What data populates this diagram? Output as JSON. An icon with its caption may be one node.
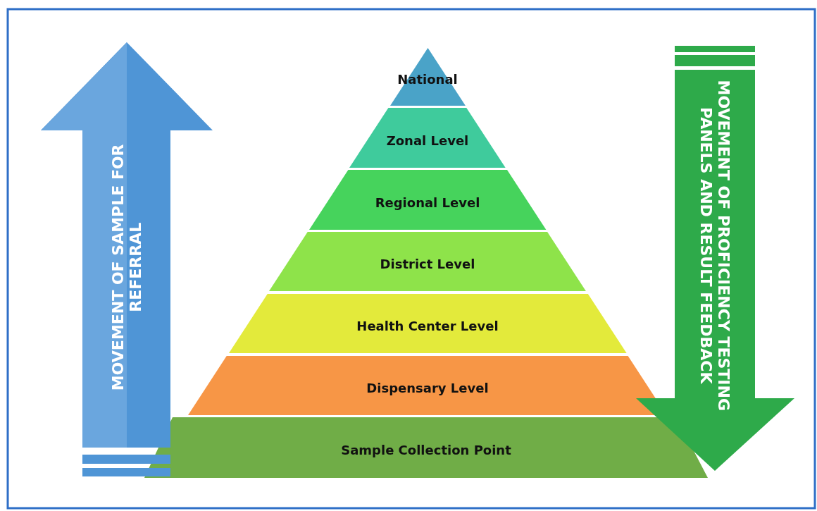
{
  "diagram": {
    "nodes": [
      {
        "text": [
          "MOVEMENT OF SAMPLE FOR REFERRAL"
        ]
      },
      {
        "text": [
          "National"
        ]
      },
      {
        "text": [
          "Zonal Level"
        ]
      },
      {
        "text": [
          "Regional Level"
        ]
      },
      {
        "text": [
          "District Level"
        ]
      },
      {
        "text": [
          "Health Center Level"
        ]
      },
      {
        "text": [
          "Dispensary Level"
        ]
      },
      {
        "text": [
          "Sample Collection Point"
        ]
      },
      {
        "text": [
          "MOVEMENT OF PROFICIENCY TESTING PANELS AND RESULT FEEDBACK"
        ]
      }
    ]
  }
}
